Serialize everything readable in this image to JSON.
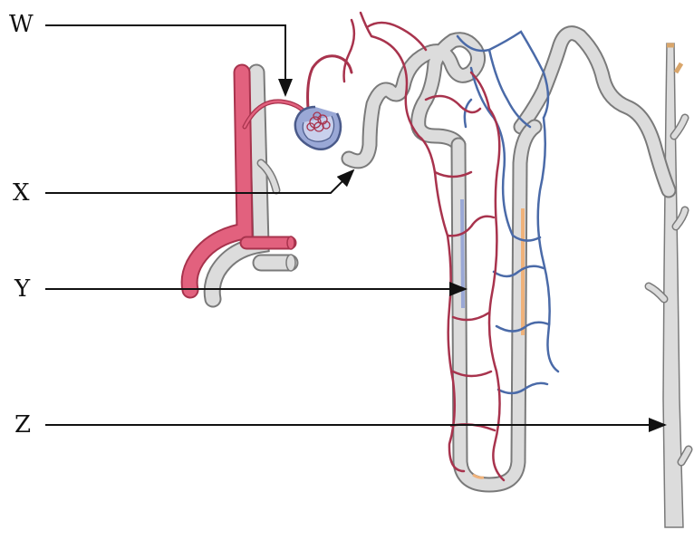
{
  "labels": {
    "w": "W",
    "x": "X",
    "y": "Y",
    "z": "Z"
  },
  "colors": {
    "artery": "#d9546f",
    "artery_dark": "#a8334d",
    "vein": "#4a6aa8",
    "tubule": "#dcdcdc",
    "tubule_edge": "#7a7a7a",
    "capsule": "#9aa8d6",
    "orange": "#f0b27a",
    "pointer": "#111111"
  }
}
